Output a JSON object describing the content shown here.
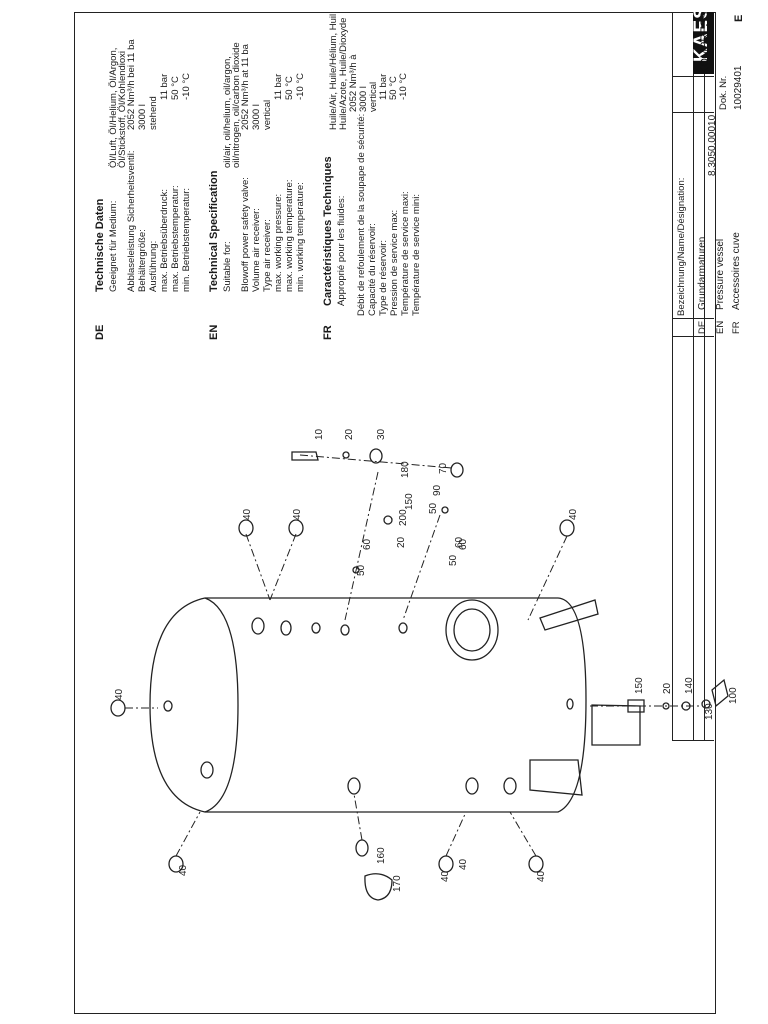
{
  "tech": {
    "de": {
      "code": "DE",
      "heading": "Technische Daten",
      "rows": [
        {
          "label": "Geeignet für Medium:",
          "value": "Öl/Luft, Öl/Helium, Öl/Argon,"
        },
        {
          "label": "",
          "value": "Öl/Stickstoff, Öl/Kohlendioxi"
        },
        {
          "label": "Abblaseleistung Sicherheitsventil:",
          "value": "2052 Nm³/h bei    11 ba"
        },
        {
          "label": "Behältergröße:",
          "value": "3000 l"
        },
        {
          "label": "Ausführung:",
          "value": "stehend"
        },
        {
          "label": "max. Betriebsüberdruck:",
          "value": "11 bar"
        },
        {
          "label": "max. Betriebstemperatur:",
          "value": "50 °C"
        },
        {
          "label": "min. Betriebstemperatur:",
          "value": "-10 °C"
        }
      ]
    },
    "en": {
      "code": "EN",
      "heading": "Technical Specification",
      "rows": [
        {
          "label": "Suitable for:",
          "value": "oil/air, oil/helium, oil/argon,"
        },
        {
          "label": "",
          "value": "oil/nitrogen, oil/carbon dioxide"
        },
        {
          "label": "Blowoff power safety valve:",
          "value": "2052 Nm³/h at    11 ba"
        },
        {
          "label": "Volume air receiver:",
          "value": "3000 l"
        },
        {
          "label": "Type air receiver:",
          "value": "vertical"
        },
        {
          "label": "max. working pressure:",
          "value": "11 bar"
        },
        {
          "label": "max. working temperature:",
          "value": "50 °C"
        },
        {
          "label": "min. working temperature:",
          "value": "-10 °C"
        }
      ]
    },
    "fr": {
      "code": "FR",
      "heading": "Caractéristiques Techniques",
      "rows": [
        {
          "label": "Approprié pour les fluides:",
          "value": "Huile/Air, Huile/Hélium, Huil"
        },
        {
          "label": "",
          "value": "Huile/Azote, Huile/Dioxyde"
        },
        {
          "label": "Débit de refoulement de la soupape de sécurité:",
          "value": "2052 Nm³/h   à"
        },
        {
          "label": "Capacité du réservoir:",
          "value": "3000 l"
        },
        {
          "label": "Type de réservoir:",
          "value": "vertical"
        },
        {
          "label": "Pression de service max:",
          "value": "11 bar"
        },
        {
          "label": "Température de service maxi:",
          "value": "50 °C"
        },
        {
          "label": "Température de service mini:",
          "value": "-10 °C"
        }
      ]
    }
  },
  "title_block": {
    "brand_top": "KAES",
    "brand_bottom": "KOMPRESS",
    "designation_header": "Bezeichnung/Name/Désignation:",
    "rows": [
      {
        "lang": "DE",
        "text": "Grundarmaturen",
        "extra_label": "",
        "extra_value": "8.3050.00010"
      },
      {
        "lang": "EN",
        "text": "Pressure vessel",
        "extra_label": "Dok. Nr.",
        "extra_value": ""
      },
      {
        "lang": "FR",
        "text": "Accessoires cuve",
        "extra_label": "",
        "extra_value": "10029401"
      }
    ],
    "corner_mark": "E"
  },
  "drawing": {
    "callouts": [
      "10",
      "20",
      "30",
      "180",
      "70",
      "90",
      "50",
      "150",
      "200",
      "20",
      "60",
      "50",
      "60",
      "50",
      "60",
      "40",
      "40",
      "40",
      "40",
      "150",
      "20",
      "140",
      "130",
      "100",
      "40",
      "160",
      "170",
      "40",
      "40",
      "40"
    ]
  }
}
